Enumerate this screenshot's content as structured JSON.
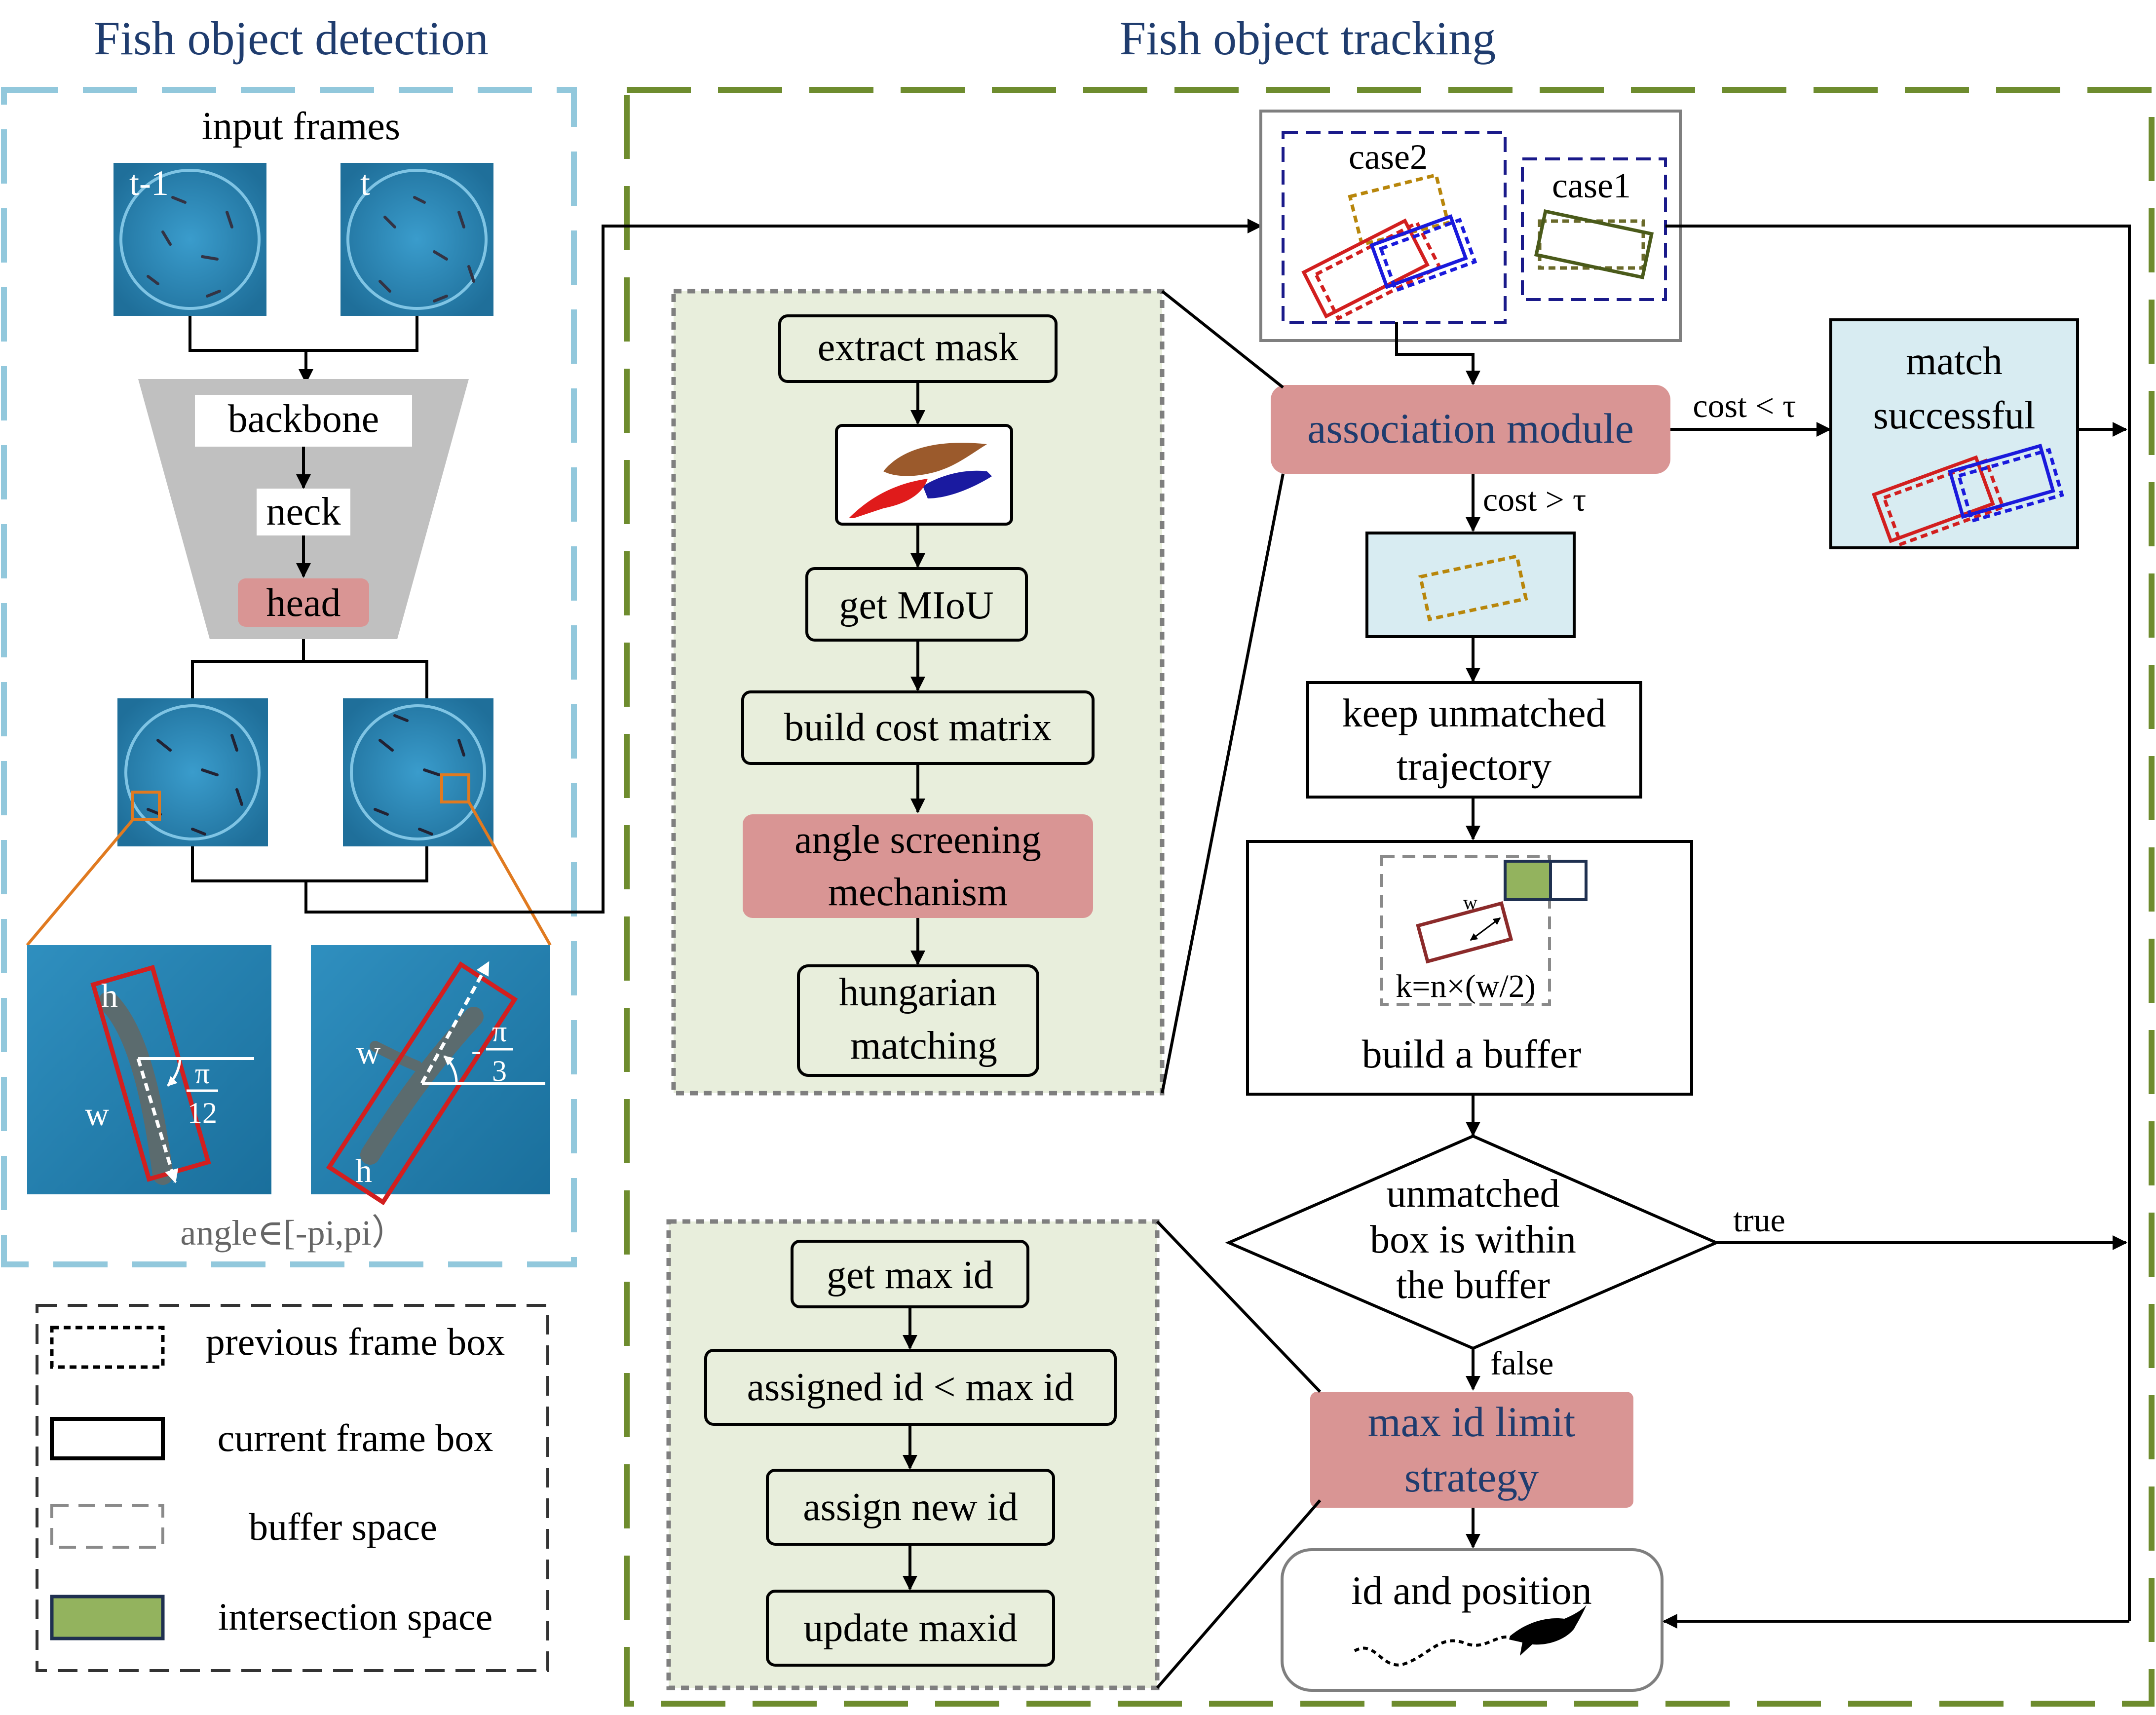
{
  "sections": {
    "detection_title": "Fish object detection",
    "tracking_title": "Fish object tracking"
  },
  "detection": {
    "input_label": "input frames",
    "frame_prev": "t-1",
    "frame_curr": "t",
    "backbone": "backbone",
    "neck": "neck",
    "head": "head",
    "zoom_left": {
      "h": "h",
      "w": "w",
      "angle_num": "π",
      "angle_den": "12"
    },
    "zoom_right": {
      "w": "w",
      "h": "h",
      "angle_sign": "-",
      "angle_num": "π",
      "angle_den": "3"
    },
    "angle_range": "angle∈[-pi,pi）"
  },
  "legend": {
    "previous": "previous frame box",
    "current": "current frame box",
    "buffer": "buffer space",
    "intersection": "intersection space"
  },
  "association_steps": {
    "extract": "extract mask",
    "miou": "get MIoU",
    "cost": "build cost matrix",
    "angle_line1": "angle screening",
    "angle_line2": "mechanism",
    "hung_line1": "hungarian",
    "hung_line2": "matching"
  },
  "id_steps": {
    "get_max": "get max id",
    "assigned": "assigned id < max id",
    "assign_new": "assign new id",
    "update": "update maxid"
  },
  "tracking": {
    "case2": "case2",
    "case1": "case1",
    "association": "association module",
    "cost_lt": "cost < τ",
    "cost_gt": "cost > τ",
    "match_line1": "match",
    "match_line2": "successful",
    "keep_line1": "keep unmatched",
    "keep_line2": "trajectory",
    "buffer_w": "w",
    "buffer_formula": "k=n×(w/2)",
    "buffer_label": "build a buffer",
    "decision_line1": "unmatched",
    "decision_line2": "box is within",
    "decision_line3": "the buffer",
    "true_label": "true",
    "false_label": "false",
    "maxid_line1": "max id limit",
    "maxid_line2": "strategy",
    "output": "id and position"
  },
  "colors": {
    "section_title": "#1f3c6e",
    "detection_border": "#92c8dc",
    "tracking_border": "#6e8c2e",
    "step_panel": "#e8eedc",
    "highlight": "#d99594",
    "light_blue": "#d8ecf2",
    "pond": "#2e8cb8",
    "intersection": "#93b35e"
  },
  "icons": [
    "arrow-icon",
    "fish-silhouette-icon",
    "fish-mask-icon"
  ]
}
